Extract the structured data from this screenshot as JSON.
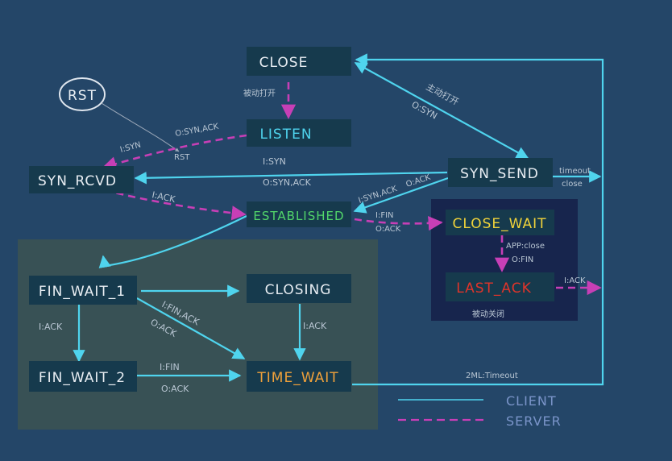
{
  "colors": {
    "background": "#244668",
    "client_line": "#4fd4ee",
    "server_line": "#c73fb6",
    "default_label": "#e9eef3",
    "listen": "#4fd4ee",
    "established": "#52d66a",
    "close_wait": "#f1d33a",
    "last_ack": "#e0342a",
    "time_wait": "#f0a13a"
  },
  "nodes": {
    "rst": "RST",
    "close": "CLOSE",
    "listen": "LISTEN",
    "syn_rcvd": "SYN_RCVD",
    "syn_send": "SYN_SEND",
    "established": "ESTABLISHED",
    "close_wait": "CLOSE_WAIT",
    "last_ack": "LAST_ACK",
    "fin_wait_1": "FIN_WAIT_1",
    "closing": "CLOSING",
    "fin_wait_2": "FIN_WAIT_2",
    "time_wait": "TIME_WAIT"
  },
  "labels": {
    "passive_open": "被动打开",
    "active_open": "主动打开",
    "active_open_syn": "O:SYN",
    "listen_in": "I:SYN",
    "listen_out": "O:SYN,ACK",
    "rst_tag": "RST",
    "syn_send_in": "I:SYN",
    "syn_send_out": "O:SYN,ACK",
    "rcvd_ack": "I:ACK",
    "estab_synack_in": "I:SYN,ACK",
    "estab_ack_out": "O:ACK",
    "timeout": "timeout",
    "close_word": "close",
    "fin_in": "I:FIN",
    "ack_out": "O:ACK",
    "app_close": "APP:close",
    "fin_out": "O:FIN",
    "last_ack_in": "I:ACK",
    "passive_close": "被动关闭",
    "fw1_ack_in": "I:ACK",
    "fw1_finack_in": "I:FIN,ACK",
    "fw1_ack_out": "O:ACK",
    "closing_ack_in": "I:ACK",
    "fw2_fin_in": "I:FIN",
    "fw2_ack_out": "O:ACK",
    "two_msl": "2ML:Timeout"
  },
  "legend": {
    "client": "CLIENT",
    "server": "SERVER"
  }
}
